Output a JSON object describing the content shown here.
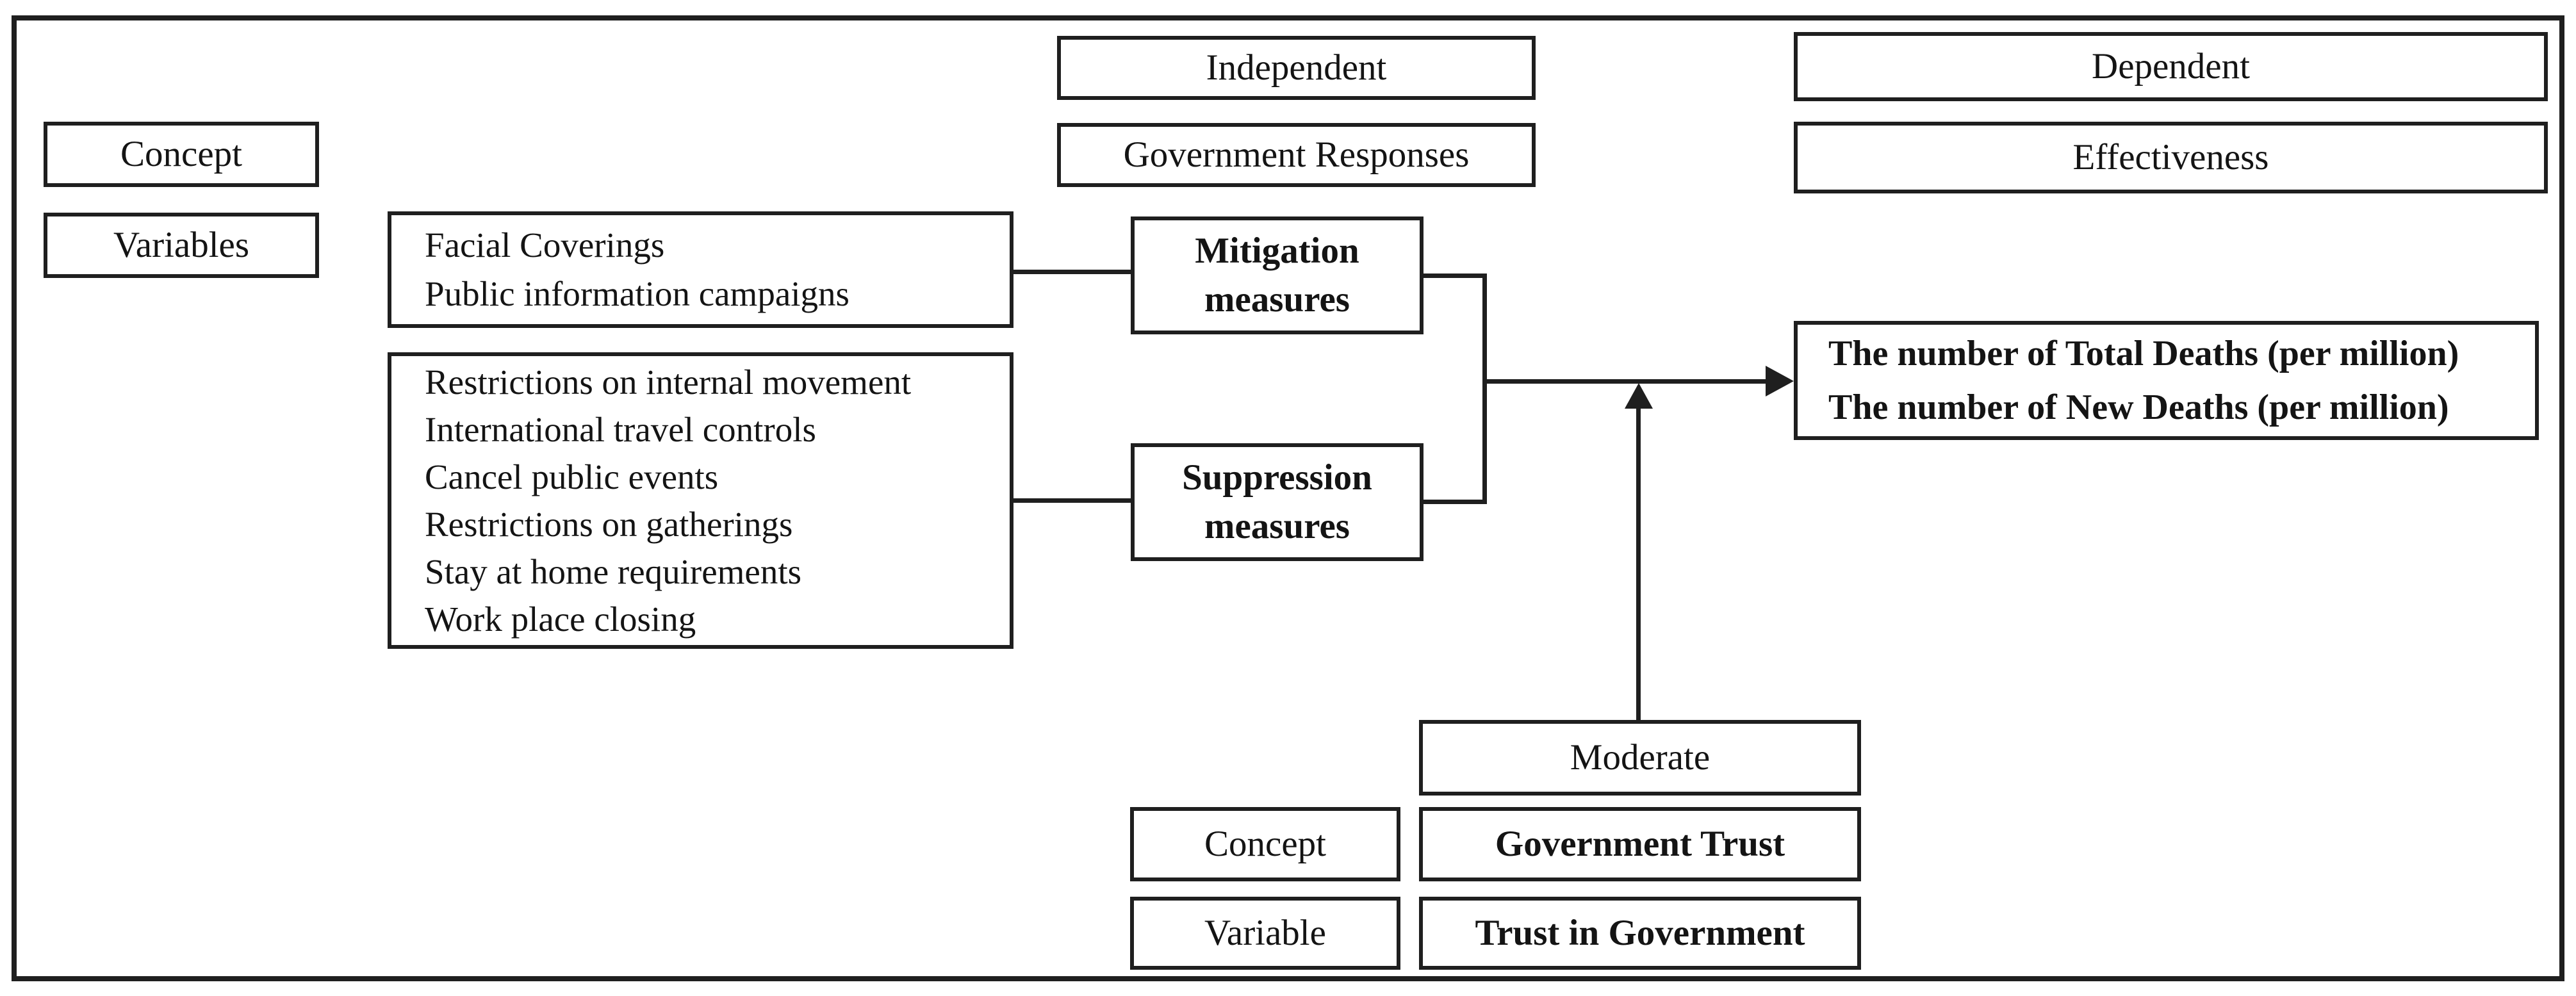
{
  "colors": {
    "background": "#ffffff",
    "line": "#1f1f1f",
    "text": "#141414"
  },
  "diagram": {
    "row_labels": {
      "concept_top": "Concept",
      "variables": "Variables"
    },
    "independent_group": {
      "type_label": "Independent",
      "name_label": "Government Responses"
    },
    "dependent_group": {
      "type_label": "Dependent",
      "name_label": "Effectiveness"
    },
    "mitigation_variables": {
      "lines": [
        "Facial Coverings",
        "Public information campaigns"
      ]
    },
    "suppression_variables": {
      "lines": [
        "Restrictions on internal movement",
        "International travel controls",
        "Cancel public events",
        "Restrictions on gatherings",
        "Stay at home requirements",
        "Work place closing"
      ]
    },
    "mitigation_concept": {
      "lines": [
        "Mitigation",
        "measures"
      ]
    },
    "suppression_concept": {
      "lines": [
        "Suppression",
        "measures"
      ]
    },
    "outcome_variables": {
      "lines": [
        "The number of Total Deaths (per million)",
        "The number of New Deaths (per million)"
      ]
    },
    "moderator_group": {
      "role_label": "Moderate",
      "concept_label": "Concept",
      "concept_value": "Government Trust",
      "variable_label": "Variable",
      "variable_value": "Trust in Government"
    }
  }
}
